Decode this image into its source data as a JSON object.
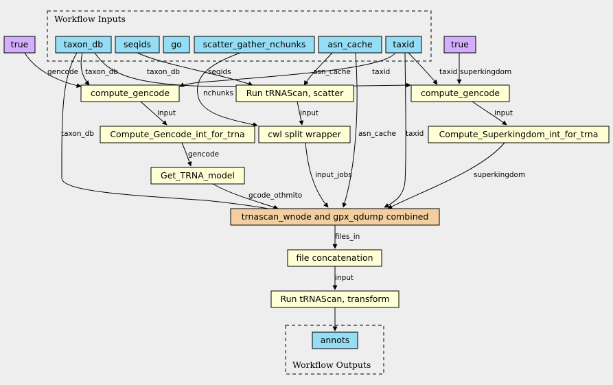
{
  "colors": {
    "background": "#eeeeee",
    "input": "#94ddf4",
    "constant": "#d3aefc",
    "step": "#ffffd5",
    "main_step": "#f3cea1"
  },
  "clusters": {
    "inputs": "Workflow Inputs",
    "outputs": "Workflow Outputs"
  },
  "nodes": {
    "true1": "true",
    "taxon_db": "taxon_db",
    "seqids": "seqids",
    "go": "go",
    "scatter_gather_nchunks": "scatter_gather_nchunks",
    "asn_cache": "asn_cache",
    "taxid": "taxid",
    "true2": "true",
    "compute_gencode_left": "compute_gencode",
    "run_trnascan_scatter": "Run tRNAScan, scatter",
    "compute_gencode_right": "compute_gencode",
    "compute_gencode_int": "Compute_Gencode_int_for_trna",
    "cwl_split": "cwl split wrapper",
    "compute_superkingdom": "Compute_Superkingdom_int_for_trna",
    "get_trna_model": "Get_TRNA_model",
    "trnascan_combined": "trnascan_wnode and gpx_qdump combined",
    "file_concat": "file concatenation",
    "run_trnascan_transform": "Run tRNAScan, transform",
    "annots": "annots"
  },
  "edge_labels": {
    "gencode_true": "gencode",
    "taxon_db_left": "taxon_db",
    "taxon_db_right": "taxon_db",
    "seqids": "seqids",
    "asn_cache_scatter": "asn_cache",
    "taxid_left": "taxid",
    "taxid_right": "taxid",
    "superkingdom_true": "superkingdom",
    "nchunks": "nchunks",
    "input_gencode": "input",
    "input_split": "input",
    "input_superkingdom": "input",
    "taxon_db_main": "taxon_db",
    "asn_cache_main": "asn_cache",
    "taxid_main": "taxid",
    "gencode": "gencode",
    "input_jobs": "input_jobs",
    "superkingdom": "superkingdom",
    "gcode_othmito": "gcode_othmito",
    "files_in": "files_in",
    "input_transform": "input"
  }
}
